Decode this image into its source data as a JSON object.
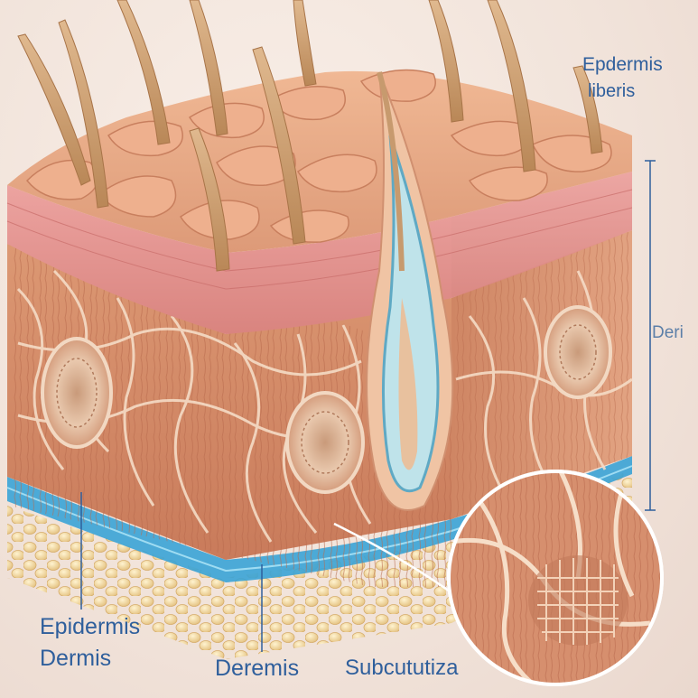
{
  "labels": {
    "top_label_1": "Epdermis",
    "top_label_2": "liberis",
    "side_label": "Deri",
    "bottom_label_1": "Epidermis",
    "bottom_label_2": "Dermis",
    "bottom_label_3": "Deremis",
    "bottom_label_4": "Subcututiza"
  },
  "colors": {
    "epidermis": "#e8a585",
    "epidermis_band": "#e88f8c",
    "dermis": "#d98e6a",
    "fiber": "#f3d6be",
    "hair": "#c79a6e",
    "blue_layer": "#3aa3d6",
    "fat": "#f2d9a0",
    "label": "#2f5f9c"
  }
}
